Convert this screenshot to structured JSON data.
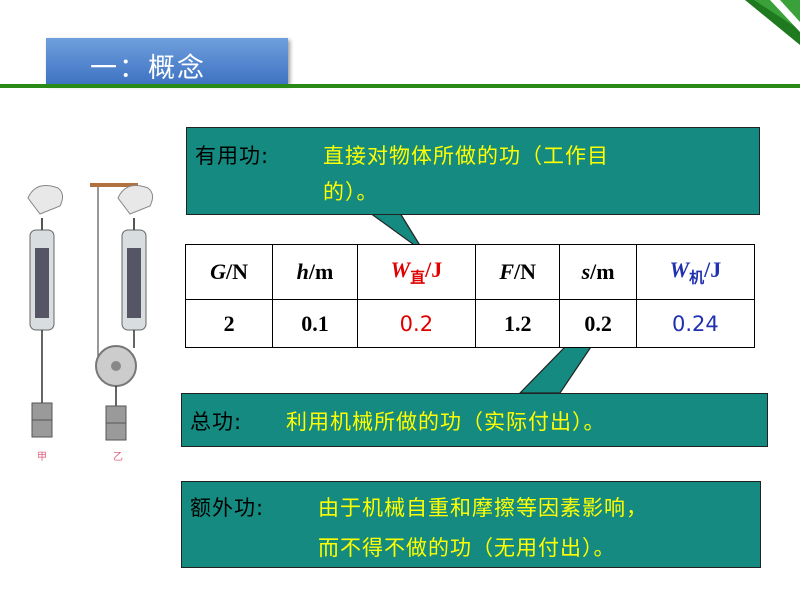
{
  "title": "一：概念",
  "useful_work": {
    "term": "有用功:",
    "def_line1": "直接对物体所做的功（工作目",
    "def_line2": "的）。"
  },
  "table": {
    "headers": [
      {
        "sym": "G",
        "unit": "/N"
      },
      {
        "sym": "h",
        "unit": "/m"
      },
      {
        "sym": "W",
        "sub": "直",
        "unit": "/J"
      },
      {
        "sym": "F",
        "unit": "/N"
      },
      {
        "sym": "s",
        "unit": "/m"
      },
      {
        "sym": "W",
        "sub": "机",
        "unit": "/J"
      }
    ],
    "values": [
      "2",
      "0.1",
      "0.2",
      "1.2",
      "0.2",
      "0.24"
    ]
  },
  "total_work": {
    "term": "总功:",
    "def": "利用机械所做的功（实际付出）。"
  },
  "extra_work": {
    "term": "额外功:",
    "def_line1": "由于机械自重和摩擦等因素影响，",
    "def_line2": "而不得不做的功（无用付出）。"
  },
  "figure": {
    "label_a": "甲",
    "label_b": "乙"
  },
  "colors": {
    "callout_bg": "#148a80",
    "highlight_text": "#ffff00",
    "red_value": "#e00000",
    "blue_value": "#2030b0",
    "rule_green": "#2a8a18"
  }
}
